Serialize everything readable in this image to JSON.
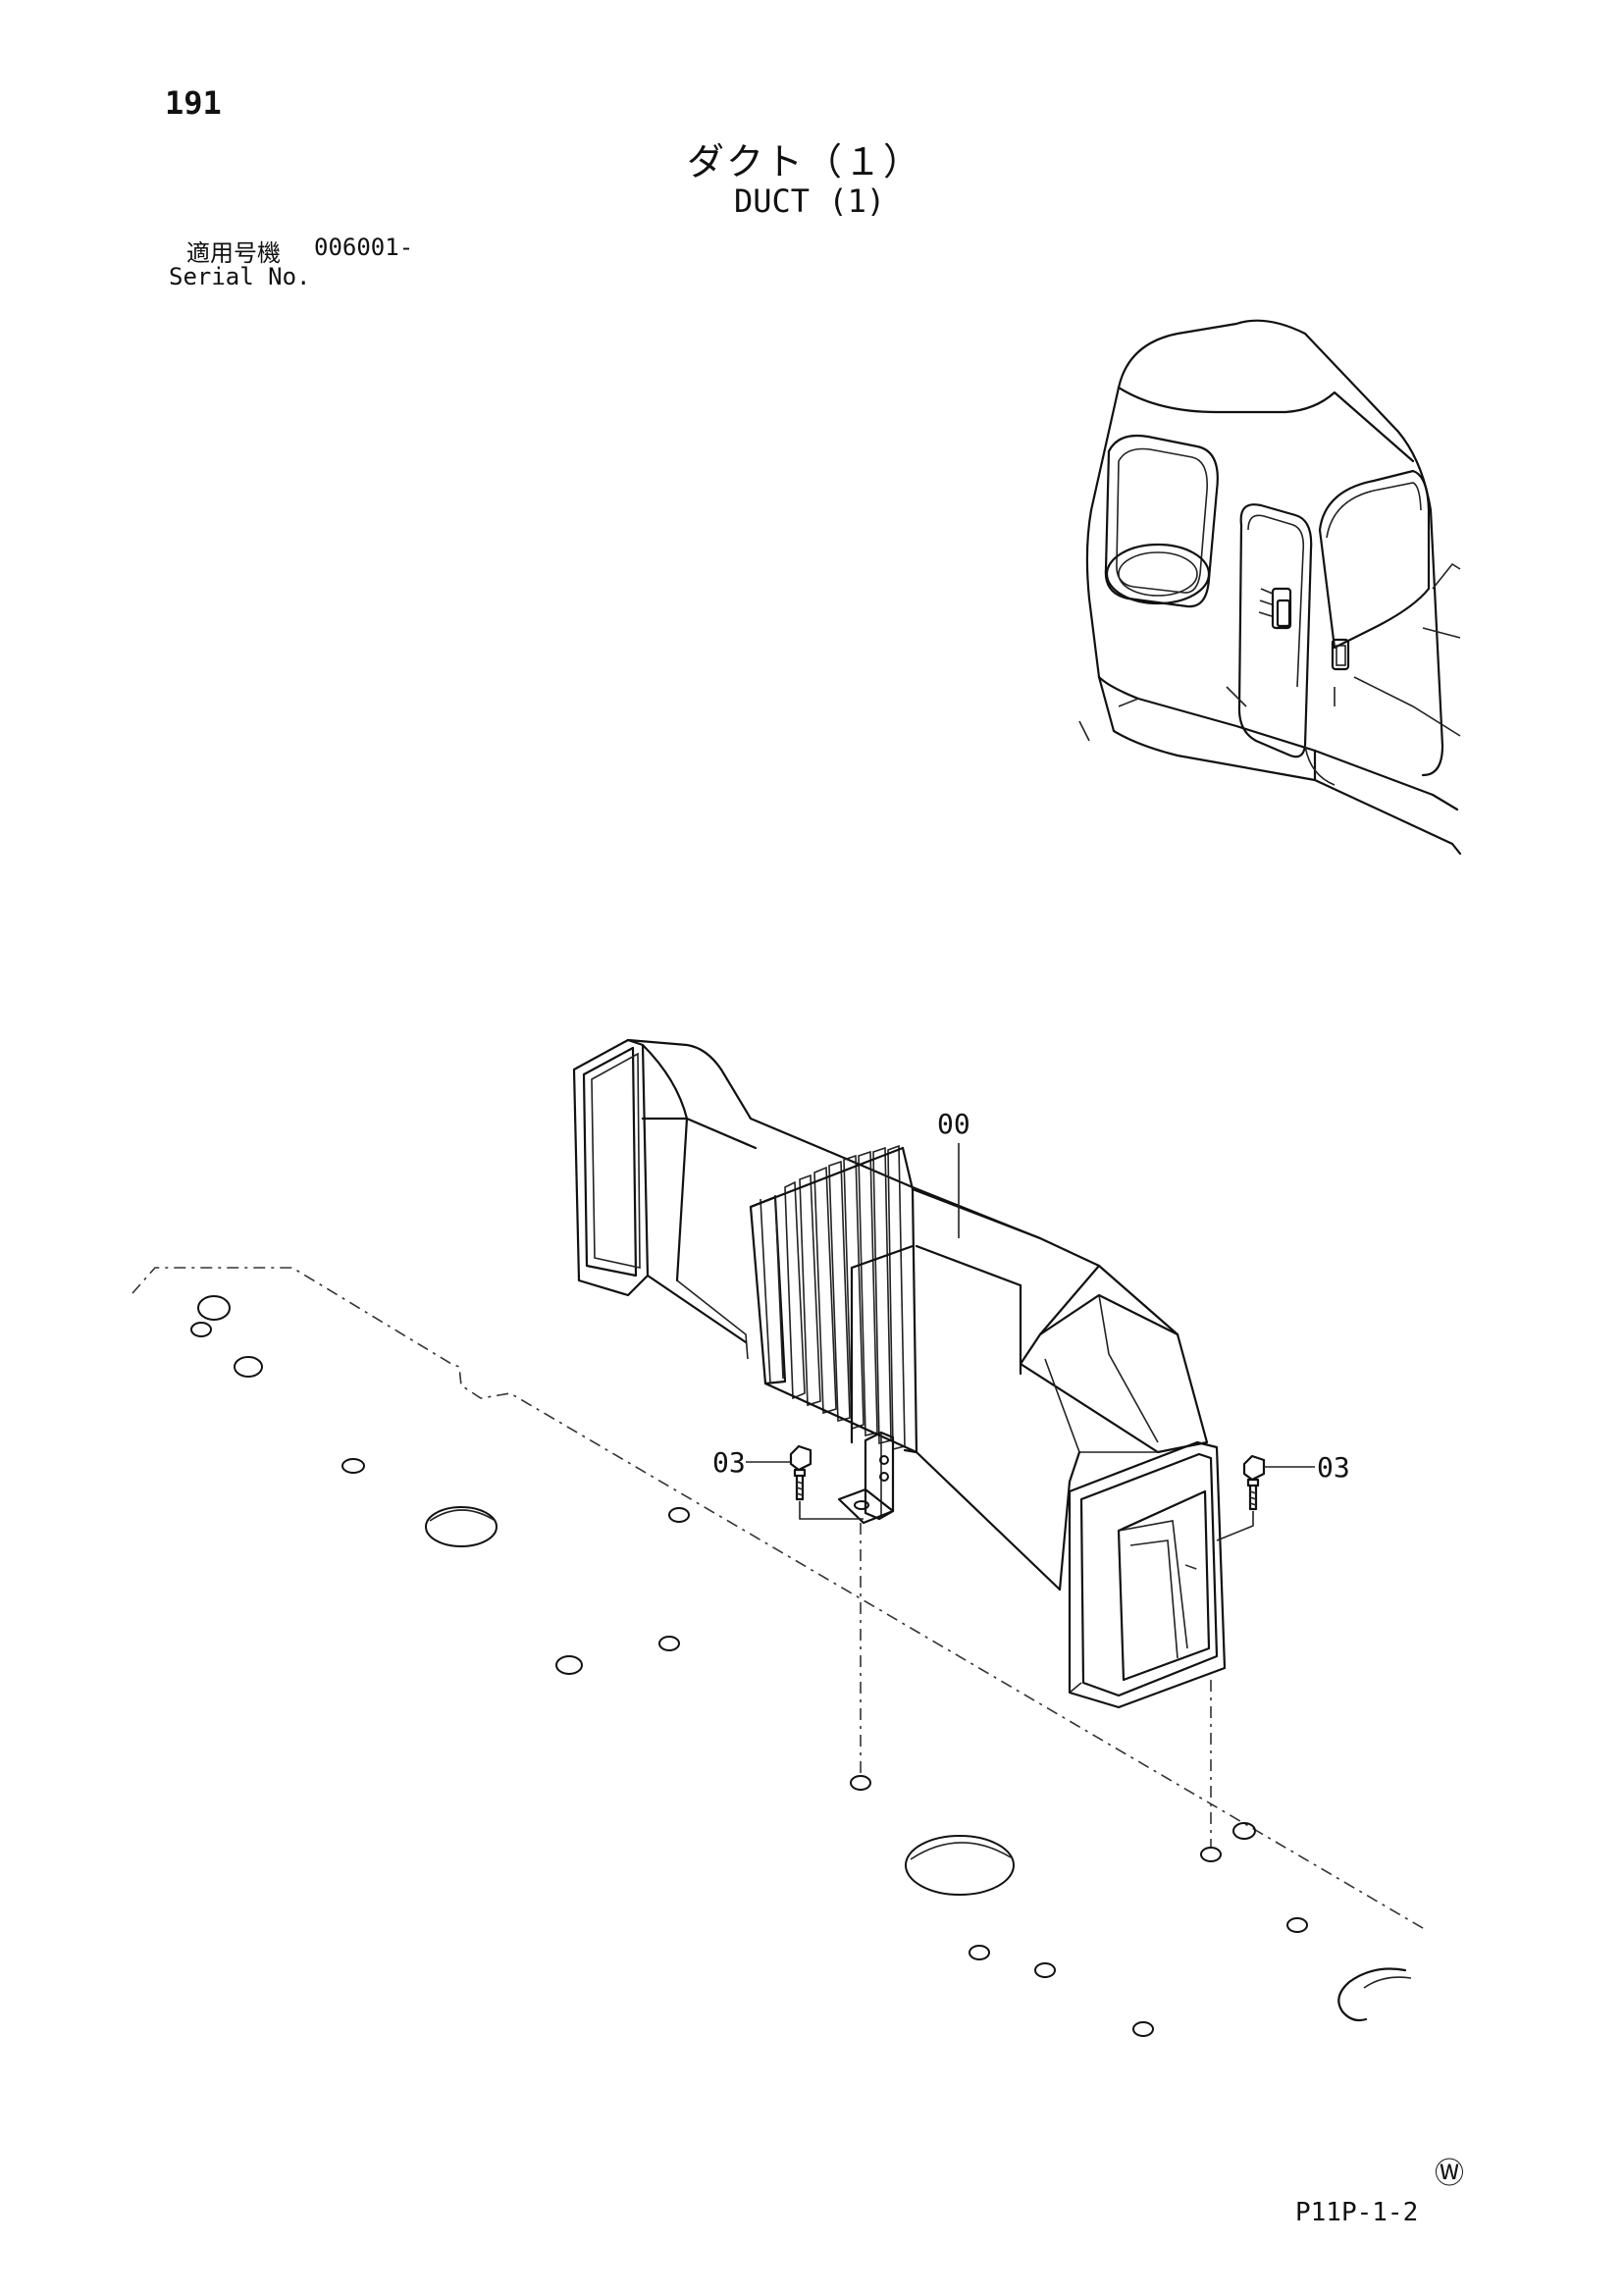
{
  "page_number": "191",
  "title_jp": "ダクト（１）",
  "title_en": "DUCT (1)",
  "serial": {
    "label_jp": "適用号機",
    "label_en": "Serial No.",
    "value": "006001-"
  },
  "callouts": {
    "duct": "00",
    "bolt_left": "03",
    "bolt_right": "03"
  },
  "watermark": "Ⓦ",
  "drawing_code": "P11P-1-2"
}
